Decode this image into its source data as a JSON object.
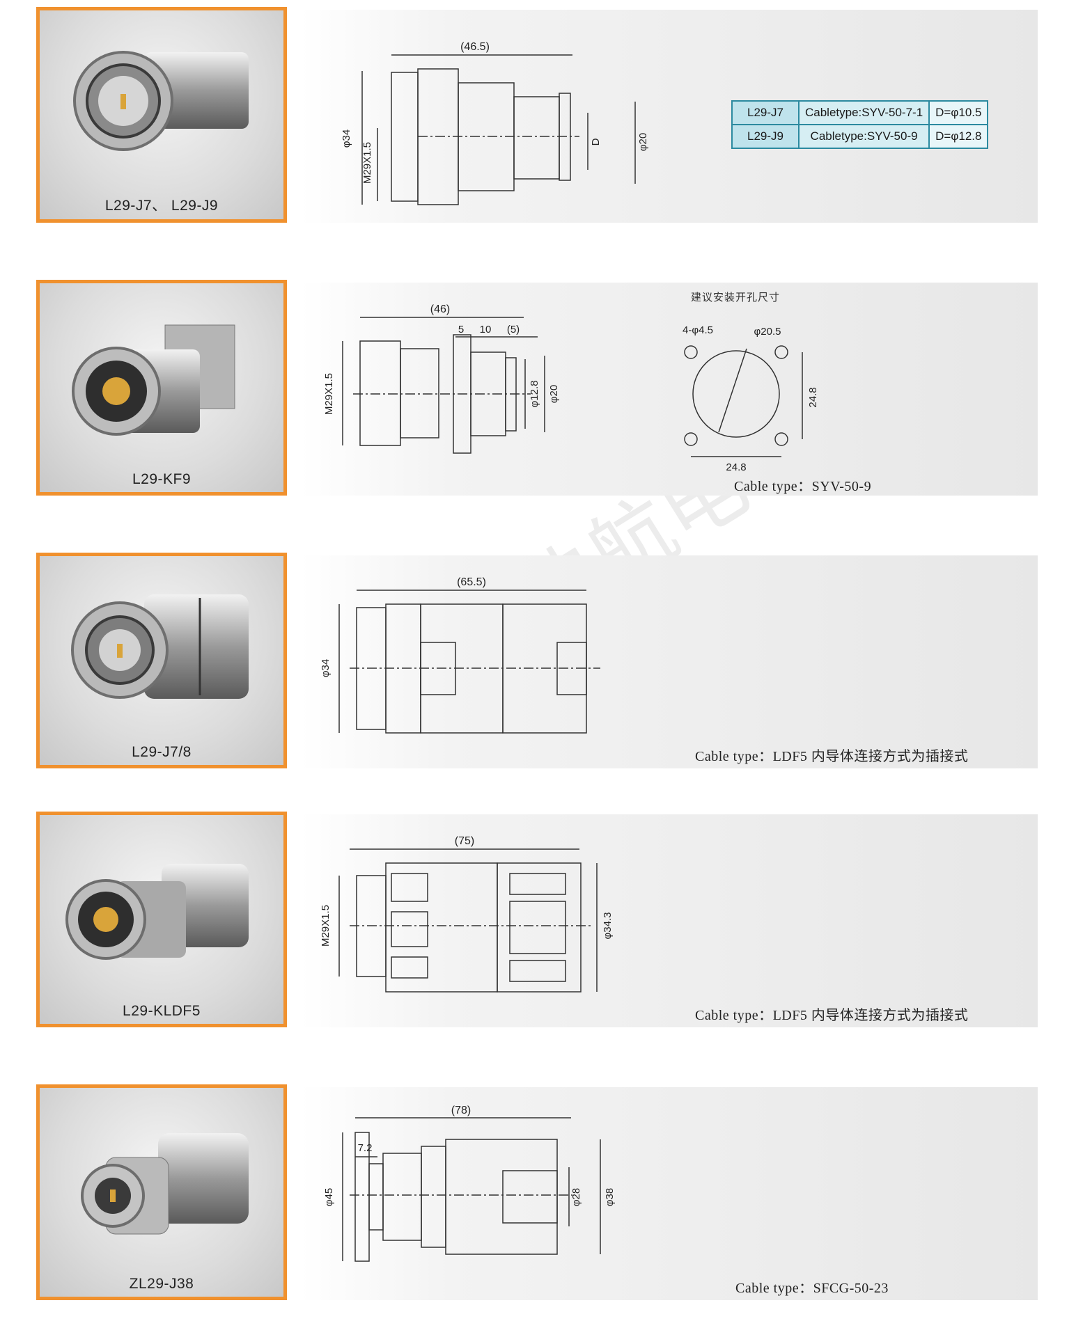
{
  "rows": [
    {
      "model": "L29-J7、 L29-J9",
      "dims": {
        "length": "(46.5)",
        "dia1": "φ34",
        "thread": "M29X1.5",
        "d": "D",
        "dia2": "φ20"
      },
      "table": [
        {
          "model": "L29-J7",
          "cable": "Cabletype:SYV-50-7-1",
          "d": "D=φ10.5"
        },
        {
          "model": "L29-J9",
          "cable": "Cabletype:SYV-50-9",
          "d": "D=φ12.8"
        }
      ]
    },
    {
      "model": "L29-KF9",
      "dims": {
        "length": "(46)",
        "d5": "5",
        "d10": "10",
        "d5b": "(5)",
        "thread": "M29X1.5",
        "dia1": "φ12.8",
        "dia2": "φ20"
      },
      "hole_title": "建议安装开孔尺寸",
      "hole": {
        "holes": "4-φ4.5",
        "center": "φ20.5",
        "w": "24.8",
        "h": "24.8"
      },
      "cable": "Cable type：SYV-50-9"
    },
    {
      "model": "L29-J7/8",
      "dims": {
        "length": "(65.5)",
        "dia1": "φ34"
      },
      "cable": "Cable type：LDF5 内导体连接方式为插接式"
    },
    {
      "model": "L29-KLDF5",
      "dims": {
        "length": "(75)",
        "thread": "M29X1.5",
        "dia1": "φ34.3"
      },
      "cable": "Cable type：LDF5 内导体连接方式为插接式"
    },
    {
      "model": "ZL29-J38",
      "dims": {
        "length": "(78)",
        "flange": "7.2",
        "dia1": "φ45",
        "dia2": "φ28",
        "dia3": "φ38"
      },
      "cable": "Cable type：SFCG-50-23"
    }
  ],
  "watermark": "西安迪航电子",
  "icons": [
    "connector-photo-icon"
  ]
}
